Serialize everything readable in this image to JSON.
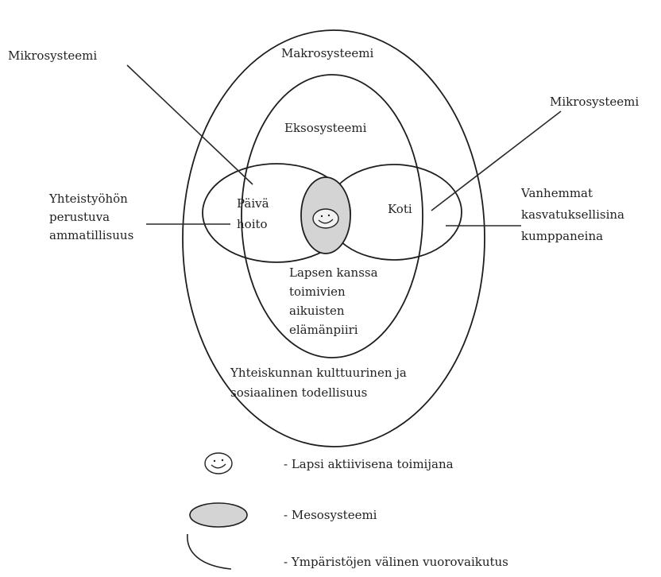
{
  "diagram": {
    "labels": {
      "makro": "Makrosysteemi",
      "ekso": "Eksosysteemi",
      "mikro_left": "Mikrosysteemi",
      "mikro_right": "Mikrosysteemi",
      "paivahoito": [
        "Päivä",
        "hoito"
      ],
      "koti": "Koti",
      "yhteistyo": [
        "Yhteistyöhön",
        "perustuva",
        "ammatillisuus"
      ],
      "vanhemmat": [
        "Vanhemmat",
        "kasvatuksellisina",
        "kumppaneina"
      ],
      "lapsen": [
        "Lapsen kanssa",
        "toimivien",
        "aikuisten",
        "elämänpiiri"
      ],
      "yhteiskunnan": [
        "Yhteiskunnan kulttuurinen ja",
        "sosiaalinen todellisuus"
      ]
    },
    "legend": {
      "child": "- Lapsi aktiivisena toimijana",
      "meso": "- Mesosysteemi",
      "interaction": "- Ympäristöjen välinen vuorovaikutus"
    },
    "colors": {
      "meso_fill": "#d4d4d4",
      "stroke": "#1e1e1e"
    },
    "icons": [
      "smiley-icon",
      "mesosystem-swatch",
      "curve-line-icon"
    ]
  }
}
